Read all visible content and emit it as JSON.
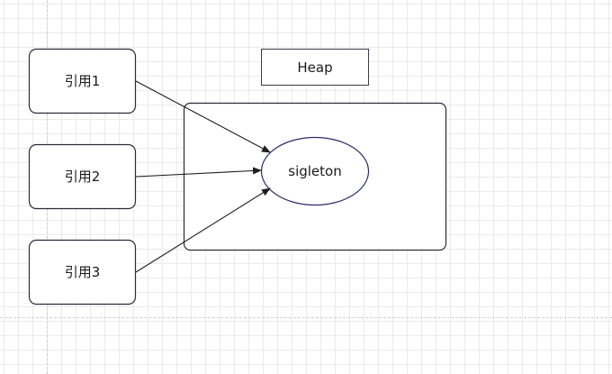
{
  "diagram": {
    "heap_label": "Heap",
    "singleton_label": "sigleton",
    "references": [
      {
        "label": "引用1"
      },
      {
        "label": "引用2"
      },
      {
        "label": "引用3"
      }
    ]
  },
  "colors": {
    "stroke": "#2b2b3a",
    "heap_label_stroke": "#3a3a4a",
    "singleton_stroke": "#2a2a6a",
    "grid": "#ebebeb"
  }
}
